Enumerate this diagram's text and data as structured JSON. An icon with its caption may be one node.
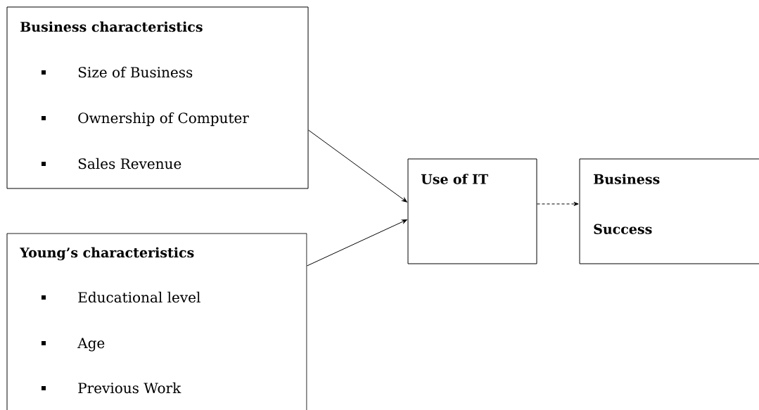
{
  "diagram": {
    "nodes": [
      {
        "text": [
          "Business characteristics",
          "Size of Business",
          "Ownership of Computer",
          "Sales Revenue"
        ]
      },
      {
        "text": [
          "Young’s characteristics",
          "Educational level",
          "Age",
          "Previous Work"
        ]
      },
      {
        "text": [
          "Use of IT"
        ]
      },
      {
        "text": [
          "Business Success"
        ]
      }
    ],
    "edges": [
      {
        "from": 0,
        "to": 2,
        "arrow": "to"
      },
      {
        "from": 1,
        "to": 2,
        "arrow": "to"
      },
      {
        "from": 2,
        "to": 3,
        "arrow": "to",
        "style": "dashed"
      }
    ]
  }
}
